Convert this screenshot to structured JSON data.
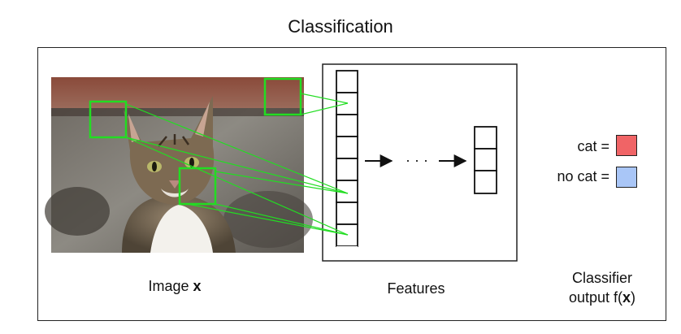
{
  "title": "Classification",
  "image_label": {
    "prefix": "Image ",
    "var": "x"
  },
  "features_label": "Features",
  "output_label": {
    "line1": "Classifier",
    "line2_prefix": "output f(",
    "line2_var": "x",
    "line2_suffix": ")"
  },
  "legend": [
    {
      "label": "cat =",
      "color": "#f06466"
    },
    {
      "label": "no cat =",
      "color": "#a9c6f7"
    }
  ],
  "ellipsis": "· · ·",
  "colors": {
    "detection_box": "#22dd22",
    "line": "#111111"
  }
}
